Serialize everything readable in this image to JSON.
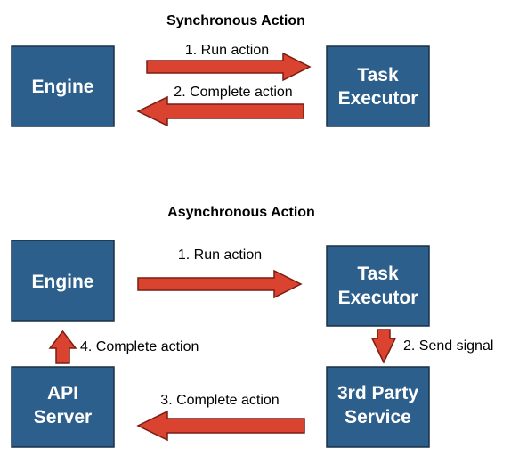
{
  "colors": {
    "box_fill": "#2d5f8c",
    "box_stroke": "#1a3047",
    "arrow_fill": "#d9432f",
    "arrow_stroke": "#7a1d10",
    "text_dark": "#000000",
    "text_light": "#ffffff"
  },
  "sync": {
    "title": "Synchronous Action",
    "engine": {
      "line1": "Engine"
    },
    "task_executor": {
      "line1": "Task",
      "line2": "Executor"
    },
    "run_action": "1. Run action",
    "complete_action": "2. Complete action"
  },
  "async": {
    "title": "Asynchronous Action",
    "engine": {
      "line1": "Engine"
    },
    "task_executor": {
      "line1": "Task",
      "line2": "Executor"
    },
    "api_server": {
      "line1": "API",
      "line2": "Server"
    },
    "third_party": {
      "line1": "3rd Party",
      "line2": "Service"
    },
    "run_action": "1. Run action",
    "send_signal": "2. Send signal",
    "complete_action_3": "3. Complete action",
    "complete_action_4": "4. Complete action"
  }
}
